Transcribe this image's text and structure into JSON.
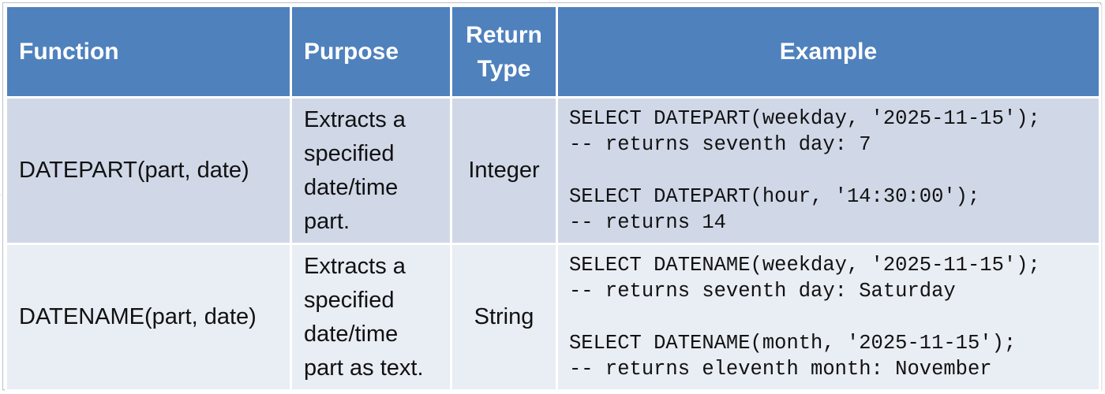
{
  "table": {
    "headers": {
      "function": "Function",
      "purpose": "Purpose",
      "return_type_line1": "Return",
      "return_type_line2": "Type",
      "example": "Example"
    },
    "rows": [
      {
        "function": "DATEPART(part, date)",
        "purpose_lines": [
          "Extracts a",
          "specified",
          "date/time",
          "part."
        ],
        "return_type": "Integer",
        "example_lines": [
          "SELECT DATEPART(weekday, '2025-11-15');",
          "-- returns seventh day: 7",
          "SELECT DATEPART(hour, '14:30:00');",
          "-- returns 14"
        ]
      },
      {
        "function": "DATENAME(part, date)",
        "purpose_lines": [
          "Extracts a",
          "specified",
          "date/time",
          "part as text."
        ],
        "return_type": "String",
        "example_lines": [
          "SELECT DATENAME(weekday, '2025-11-15');",
          "-- returns seventh day: Saturday",
          "SELECT DATENAME(month, '2025-11-15');",
          "-- returns eleventh month: November"
        ]
      }
    ]
  },
  "colors": {
    "header_bg": "#4f81bd",
    "row_odd_bg": "#d0d8e8",
    "row_even_bg": "#e9edf4"
  }
}
